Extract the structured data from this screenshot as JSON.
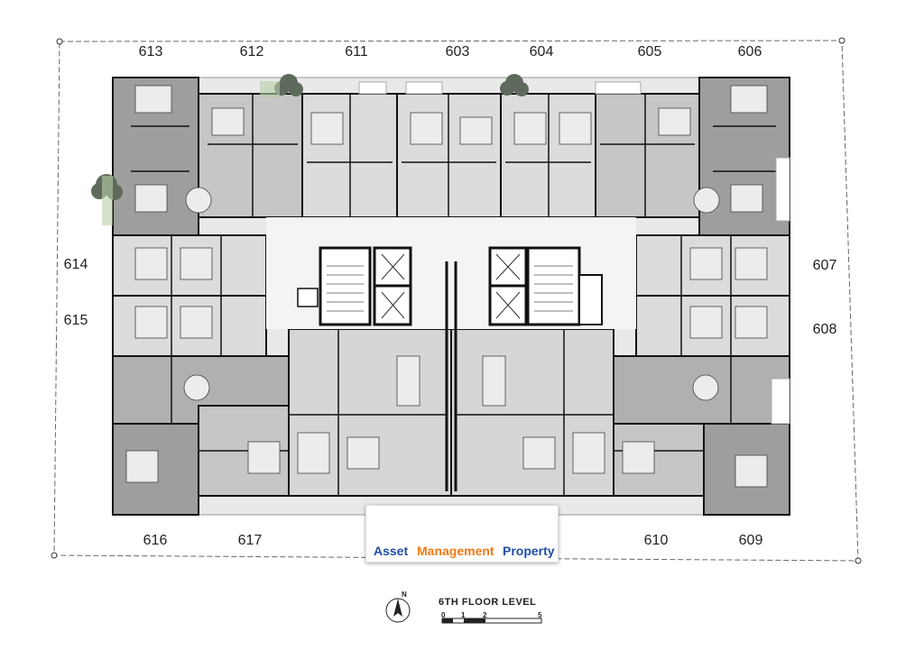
{
  "units": {
    "u613": "613",
    "u612": "612",
    "u611": "611",
    "u603": "603",
    "u604": "604",
    "u605": "605",
    "u606": "606",
    "u614": "614",
    "u615": "615",
    "u607": "607",
    "u608": "608",
    "u616": "616",
    "u617": "617",
    "u610": "610",
    "u609": "609"
  },
  "logo": {
    "word1": "Asset",
    "word2": "Management",
    "word3": "Property",
    "colors": {
      "blue": "#1f4fa8",
      "orange": "#f07a14"
    }
  },
  "legend": {
    "floor_title": "6TH FLOOR LEVEL",
    "north_label": "N",
    "scale": [
      "0",
      "1",
      "2",
      "5"
    ]
  },
  "colors": {
    "dark_unit": "#9a9a9a",
    "mid_unit": "#c4c4c4",
    "light_unit": "#dedede",
    "corridor": "#f4f4f4",
    "wall": "#111111",
    "tree": "#5e6b5c"
  }
}
